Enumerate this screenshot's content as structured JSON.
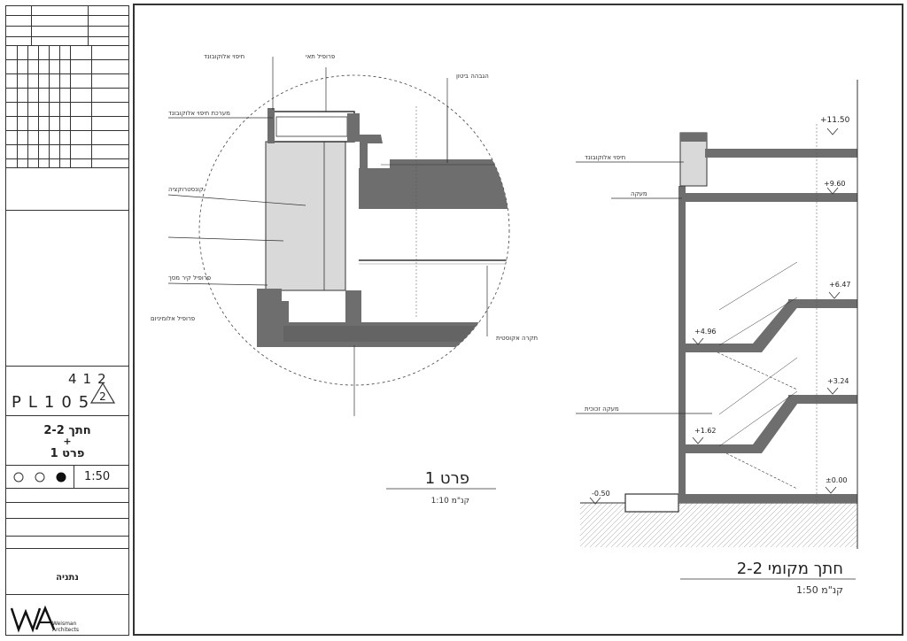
{
  "sheet": {
    "project_number": "412",
    "plan_number": "PL105",
    "revision": "2",
    "drawing_title_line1": "חתך 2-2",
    "drawing_title_plus": "+",
    "drawing_title_line2": "פרט 1",
    "scale": "1:50",
    "city": "נתניה",
    "company": "Weisman Architects"
  },
  "detail": {
    "title": "פרט 1",
    "scale_caption": "קנ\"מ 1:10",
    "callouts": [
      "חיפוי אלוקובונד",
      "פרופיל תאי",
      "הגבהה ביטון",
      "מערכת חיפוי אלוקובונד",
      "קונסטרוקציה",
      "פרופיל קיר מסך",
      "פרופיל אלומיניום",
      "תקרה אקוסטית"
    ]
  },
  "section": {
    "title": "חתך מקומי 2-2",
    "scale_caption": "קנ\"מ 1:50",
    "levels": [
      "+11.50",
      "+9.60",
      "+6.47",
      "+4.96",
      "+3.24",
      "+1.62",
      "±0.00",
      "-0.50"
    ],
    "callouts": [
      "חיפוי אלוקובונד",
      "מעקה",
      "מעקה זכוכית"
    ]
  },
  "colors": {
    "line": "#333333",
    "concrete": "#6e6e6e",
    "glass": "#d9d9d9",
    "ground": "#eeeeee"
  }
}
